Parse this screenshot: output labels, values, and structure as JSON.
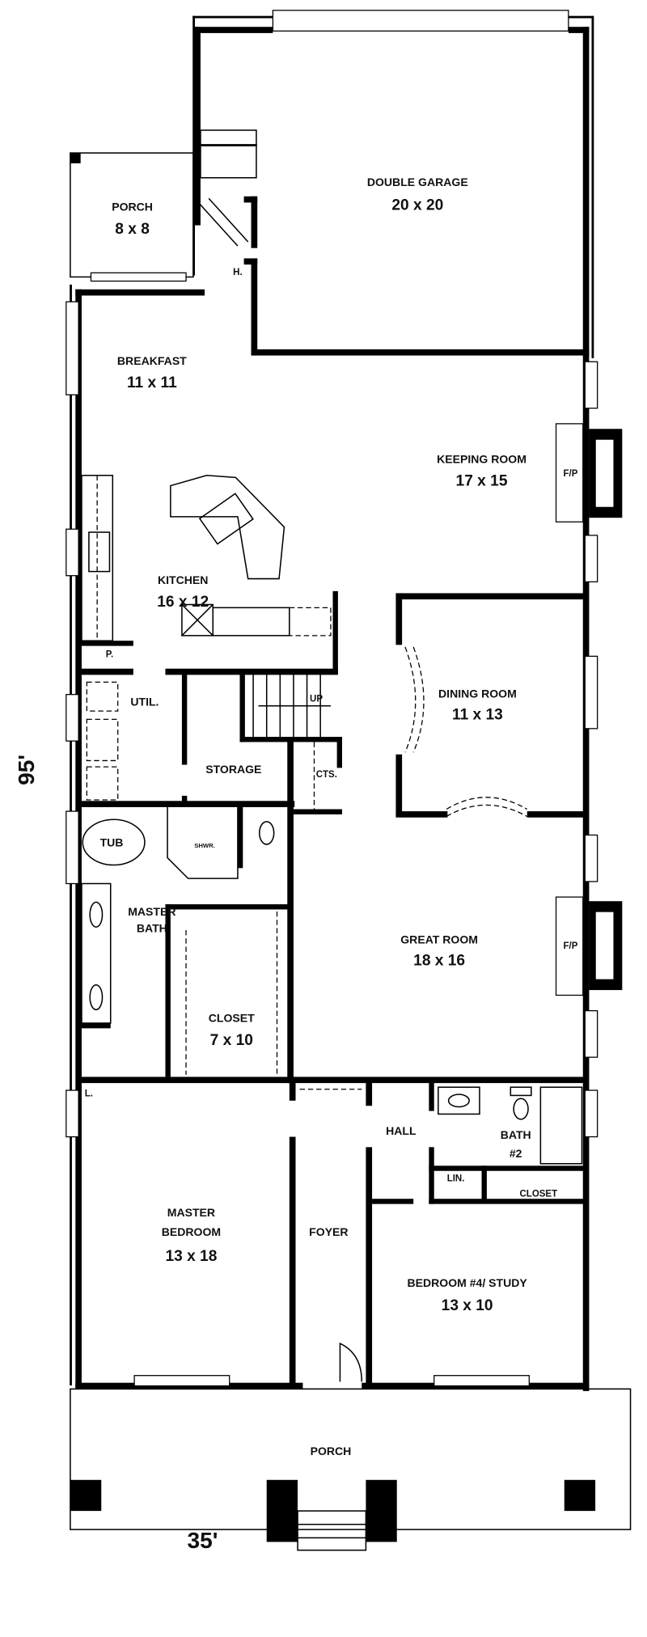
{
  "plan": {
    "overall_width": "35'",
    "overall_depth": "95'",
    "rooms": {
      "porch_side": {
        "name": "PORCH",
        "size": "8 x 8"
      },
      "garage": {
        "name": "DOUBLE GARAGE",
        "size": "20 x 20"
      },
      "hall_h": {
        "name": "H."
      },
      "breakfast": {
        "name": "BREAKFAST",
        "size": "11 x 11"
      },
      "keeping": {
        "name": "KEEPING ROOM",
        "size": "17 x 15"
      },
      "fireplace_keeping": {
        "name": "F/P"
      },
      "kitchen": {
        "name": "KITCHEN",
        "size": "16 x 12"
      },
      "pantry": {
        "name": "P."
      },
      "utility": {
        "name": "UTIL."
      },
      "storage": {
        "name": "STORAGE"
      },
      "stairs": {
        "name": "UP"
      },
      "cts": {
        "name": "CTS."
      },
      "dining": {
        "name": "DINING ROOM",
        "size": "11 x 13"
      },
      "tub": {
        "name": "TUB"
      },
      "shower": {
        "name": "SHWR."
      },
      "master_bath": {
        "line1": "MASTER",
        "line2": "BATH"
      },
      "great": {
        "name": "GREAT ROOM",
        "size": "18 x 16"
      },
      "fireplace_great": {
        "name": "F/P"
      },
      "closet_master": {
        "name": "CLOSET",
        "size": "7 x 10"
      },
      "linen_l": {
        "name": "L."
      },
      "hall": {
        "name": "HALL"
      },
      "bath2": {
        "line1": "BATH",
        "line2": "#2"
      },
      "linen": {
        "name": "LIN."
      },
      "closet_bed4": {
        "name": "CLOSET"
      },
      "master_bedroom": {
        "line1": "MASTER",
        "line2": "BEDROOM",
        "size": "13 x 18"
      },
      "foyer": {
        "name": "FOYER"
      },
      "bedroom4": {
        "name": "BEDROOM #4/ STUDY",
        "size": "13 x 10"
      },
      "porch_front": {
        "name": "PORCH"
      }
    }
  }
}
